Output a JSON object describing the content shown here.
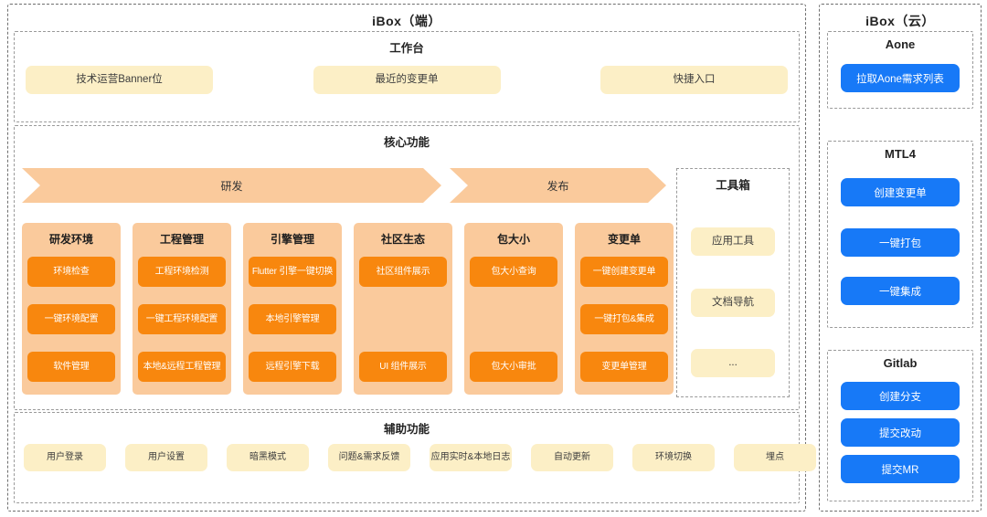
{
  "colors": {
    "c-orange": "#F8870E",
    "c-orange-light": "#FACA9C",
    "c-cream": "#FCEFC6",
    "c-blue": "#1779F7"
  },
  "left_panel": {
    "title": "iBox（端）",
    "workbench": {
      "title": "工作台",
      "items": [
        "技术运营Banner位",
        "最近的变更单",
        "快捷入口"
      ]
    },
    "core": {
      "title": "核心功能",
      "flow_arrows": [
        "研发",
        "发布"
      ],
      "columns": [
        {
          "title": "研发环境",
          "buttons": [
            "环境检查",
            "一键环境配置",
            "软件管理"
          ]
        },
        {
          "title": "工程管理",
          "buttons": [
            "工程环境检测",
            "一键工程环境配置",
            "本地&远程工程管理"
          ]
        },
        {
          "title": "引擎管理",
          "buttons": [
            "Flutter 引擎一键切换",
            "本地引擎管理",
            "远程引擎下载"
          ]
        },
        {
          "title": "社区生态",
          "buttons": [
            "社区组件展示",
            "UI 组件展示"
          ]
        },
        {
          "title": "包大小",
          "buttons": [
            "包大小查询",
            "包大小审批"
          ]
        },
        {
          "title": "变更单",
          "buttons": [
            "一键创建变更单",
            "一键打包&集成",
            "变更单管理"
          ]
        }
      ],
      "toolbox": {
        "title": "工具箱",
        "items": [
          "应用工具",
          "文档导航",
          "..."
        ]
      }
    },
    "auxiliary": {
      "title": "辅助功能",
      "items": [
        "用户登录",
        "用户设置",
        "暗黑模式",
        "问题&需求反馈",
        "应用实时&本地日志",
        "自动更新",
        "环境切换",
        "埋点"
      ]
    }
  },
  "right_panel": {
    "title": "iBox（云）",
    "groups": [
      {
        "title": "Aone",
        "buttons": [
          "拉取Aone需求列表"
        ]
      },
      {
        "title": "MTL4",
        "buttons": [
          "创建变更单",
          "一键打包",
          "一键集成"
        ]
      },
      {
        "title": "Gitlab",
        "buttons": [
          "创建分支",
          "提交改动",
          "提交MR"
        ]
      }
    ]
  }
}
